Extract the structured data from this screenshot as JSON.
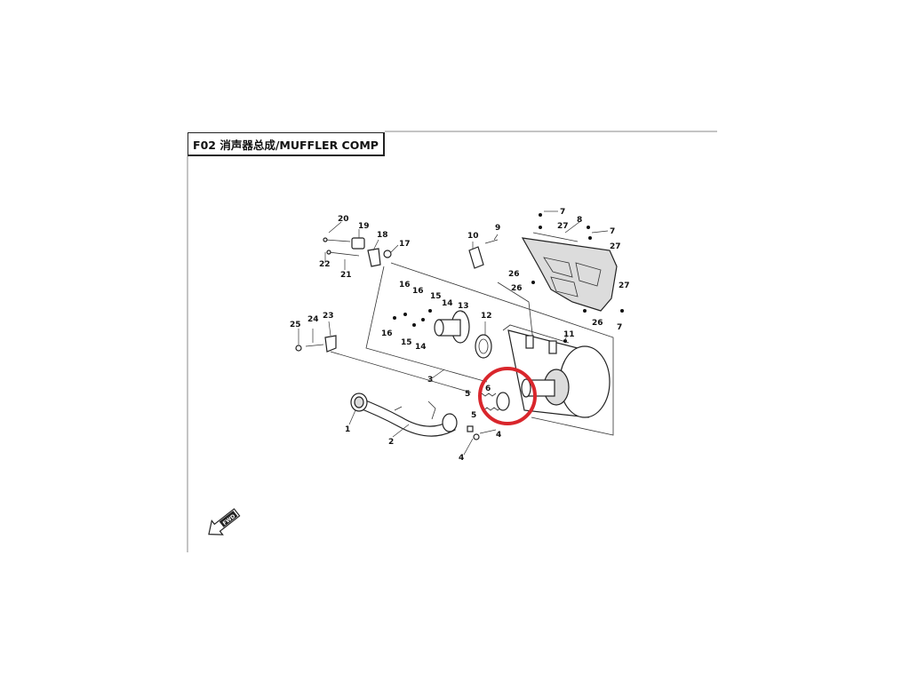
{
  "title": "F02 消声器总成/MUFFLER COMP",
  "direction_label": "FWD",
  "highlight_color": "#d9262c",
  "callouts": {
    "c1": "1",
    "c2": "2",
    "c3": "3",
    "c4a": "4",
    "c4b": "4",
    "c5a": "5",
    "c5b": "5",
    "c6": "6",
    "c7a": "7",
    "c7b": "7",
    "c7c": "7",
    "c8": "8",
    "c9": "9",
    "c10": "10",
    "c11": "11",
    "c12": "12",
    "c13": "13",
    "c14a": "14",
    "c14b": "14",
    "c15a": "15",
    "c15b": "15",
    "c16a": "16",
    "c16b": "16",
    "c16c": "16",
    "c17": "17",
    "c18": "18",
    "c19": "19",
    "c20": "20",
    "c21": "21",
    "c22": "22",
    "c23": "23",
    "c24": "24",
    "c25": "25",
    "c26a": "26",
    "c26b": "26",
    "c26c": "26",
    "c27a": "27",
    "c27b": "27",
    "c27c": "27"
  }
}
